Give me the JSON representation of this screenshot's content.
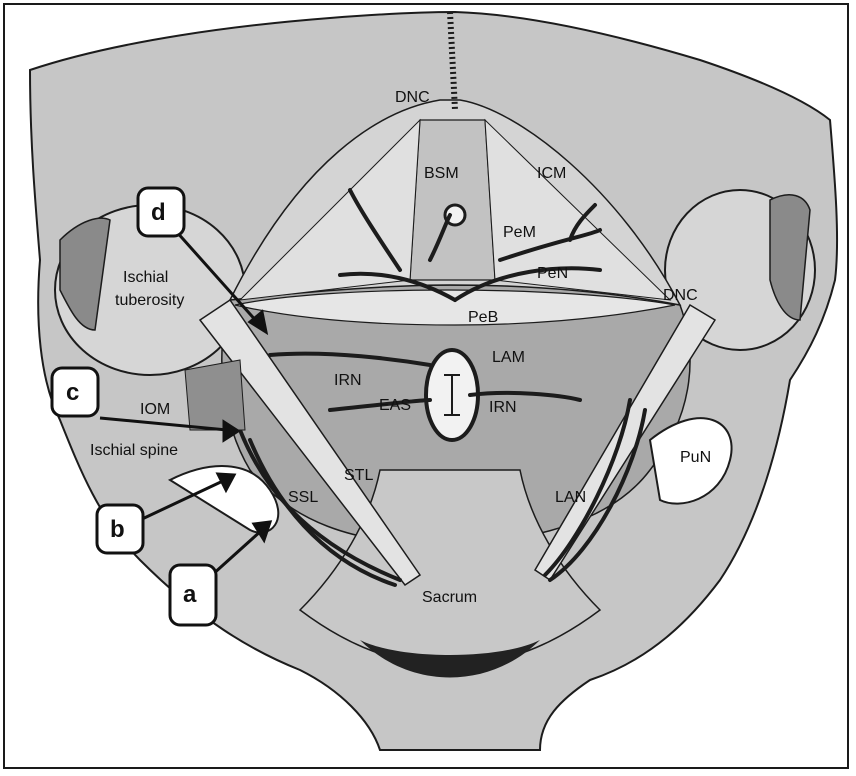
{
  "labels": {
    "dnc_top": "DNC",
    "dnc_right": "DNC",
    "bsm": "BSM",
    "icm": "ICM",
    "pem": "PeM",
    "pen": "PeN",
    "peb": "PeB",
    "lam": "LAM",
    "irn_left": "IRN",
    "irn_right": "IRN",
    "eas": "EAS",
    "iom": "IOM",
    "stl": "STL",
    "ssl": "SSL",
    "lan": "LAN",
    "pun": "PuN",
    "sacrum": "Sacrum",
    "ischial_tuberosity_1": "Ischial",
    "ischial_tuberosity_2": "tuberosity",
    "ischial_spine": "Ischial spine"
  },
  "callouts": {
    "a": "a",
    "b": "b",
    "c": "c",
    "d": "d"
  },
  "colors": {
    "body_fill": "#c6c6c6",
    "dark_tissue": "#8a8a8a",
    "mid_tissue": "#a9a9a9",
    "light_tissue": "#dcdcdc",
    "outline": "#1c1c1c"
  }
}
